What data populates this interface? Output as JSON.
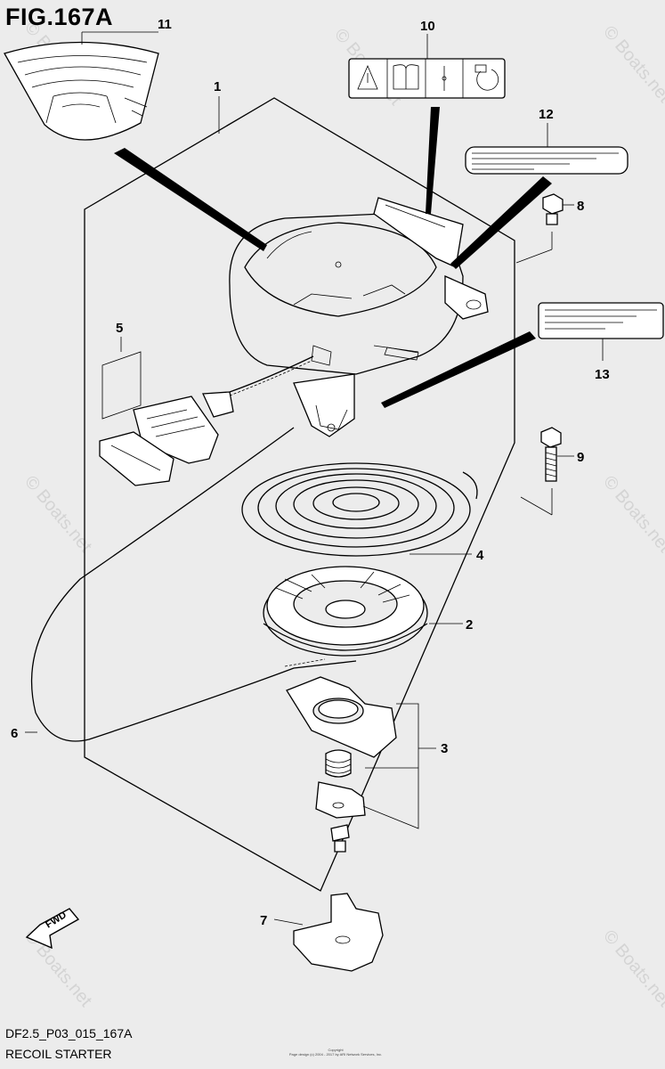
{
  "figure_title": "FIG.167A",
  "drawing_code": "DF2.5_P03_015_167A",
  "drawing_name": "RECOIL STARTER",
  "copyright_text": "Copyright\nPage design (c) 2004 - 2017 by ARI Network Services, Inc.",
  "watermarks": [
    "© Boats.net",
    "© Boats.net",
    "© Boats.net",
    "© Boats.net",
    "© Boats.net",
    "© Boats.net",
    "© Boats.net"
  ],
  "fwd_label": "FWD",
  "callouts": [
    "1",
    "2",
    "3",
    "4",
    "5",
    "6",
    "7",
    "8",
    "9",
    "10",
    "11",
    "12",
    "13"
  ],
  "colors": {
    "background": "#ececec",
    "line": "#000000",
    "watermark": "#d4d4d4"
  }
}
